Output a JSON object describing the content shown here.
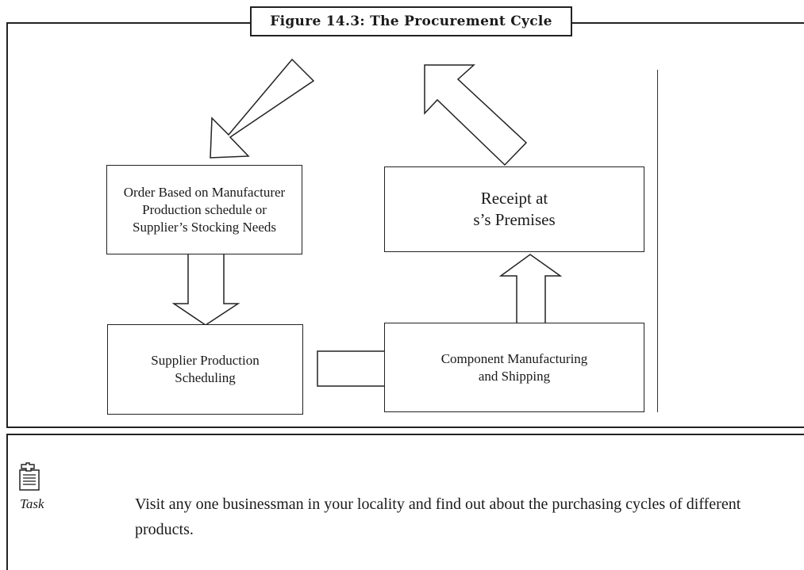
{
  "figure": {
    "title": "Figure 14.3: The Procurement Cycle",
    "boxes": {
      "order": "Order Based on Manufacturer\nProduction schedule or\nSupplier’s Stocking Needs",
      "receipt": "Receipt at\ns’s Premises",
      "supplier_scheduling": "Supplier Production\nScheduling",
      "component_manufacturing": "Component Manufacturing\nand Shipping"
    }
  },
  "task": {
    "label": "Task",
    "text": "Visit any one businessman in your locality and find out about the purchasing cycles of different products."
  }
}
